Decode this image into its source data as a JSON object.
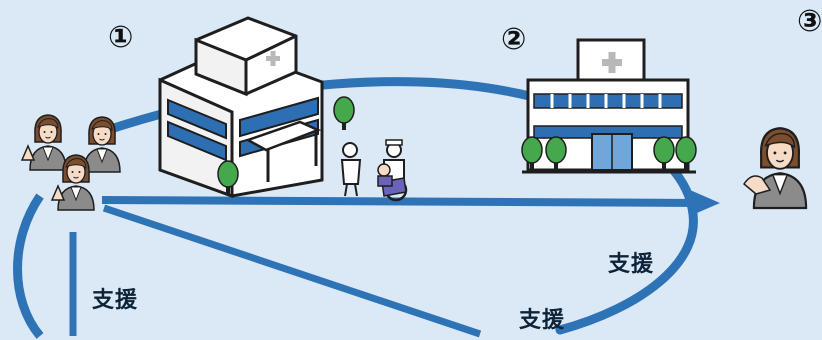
{
  "labels": {
    "step1": "①",
    "step2": "②",
    "step3": "③",
    "support_left": "支援",
    "support_right": "支援",
    "support_bottom": "支援"
  },
  "icons": {
    "large_hospital": "hospital-building-icon",
    "small_hospital": "clinic-building-icon",
    "support_staff_group": "staff-group-icon",
    "guide_staff": "guide-person-icon",
    "patients": "patient-with-wheelchair-icon",
    "cross": "medical-cross-icon"
  },
  "colors": {
    "background": "#dbe8f6",
    "arrow": "#2e73b6",
    "outline": "#1e1e1e",
    "window": "#2e6fb3",
    "tree": "#45a84c",
    "suit": "#8b8b8b"
  }
}
